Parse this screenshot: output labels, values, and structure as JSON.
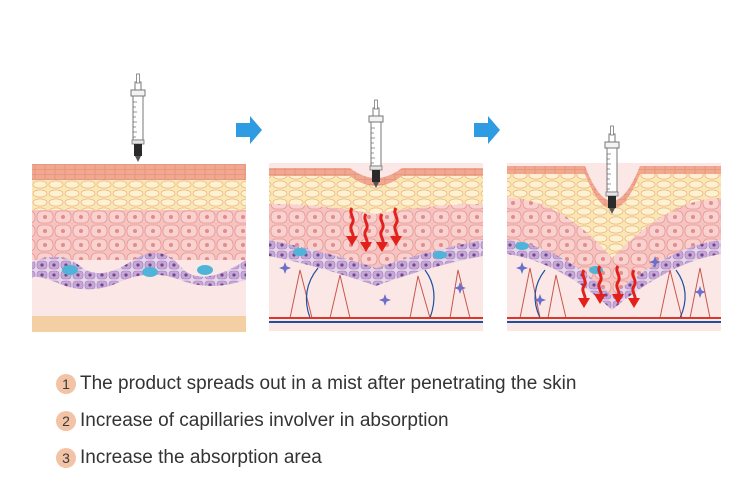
{
  "steps": [
    {
      "number": "1",
      "text": "The product spreads out in a mist after penetrating the skin"
    },
    {
      "number": "2",
      "text": "Increase of capillaries involver in absorption"
    },
    {
      "number": "3",
      "text": "Increase the absorption area"
    }
  ],
  "colors": {
    "arrow": "#2f9be3",
    "flow_arrow": "#e2211c",
    "skin_top": "#f1a890",
    "fat_layer": "#fbe6b6",
    "cell_layer": "#f7c3c0",
    "basal_cells": "#c9a6d8",
    "melanocyte": "#4fb4d8",
    "dermis": "#fbe8e6",
    "hypodermis": "#f4cfa4"
  },
  "icons": [
    "syringe-icon",
    "right-arrow-icon",
    "red-flow-arrow-icon",
    "star-cell-icon"
  ]
}
